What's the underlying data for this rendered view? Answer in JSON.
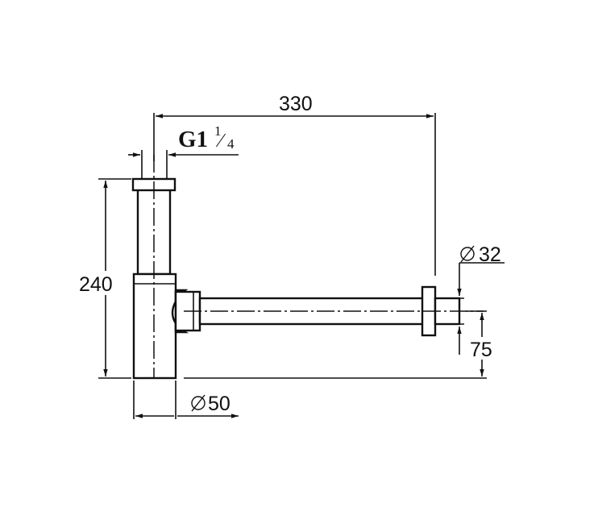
{
  "dimensions": {
    "overall_length": "330",
    "thread": "G1",
    "thread_frac_num": "1",
    "thread_frac_den": "4",
    "height": "240",
    "outlet_diameter": "32",
    "outlet_height": "75",
    "body_diameter": "50"
  }
}
